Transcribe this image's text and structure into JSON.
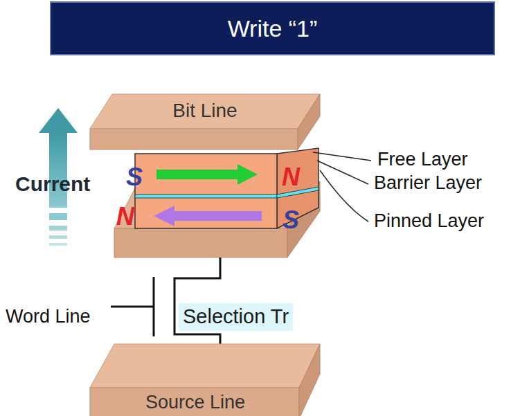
{
  "diagram": {
    "title": "Write “1”",
    "nodes": [
      {
        "text": [
          "Bit Line"
        ]
      },
      {
        "text": [
          "Selection Tr"
        ]
      },
      {
        "text": [
          "Source Line"
        ]
      }
    ],
    "labels": [
      "Current",
      "S",
      "N",
      "N",
      "S",
      "Free Layer",
      "Barrier Layer",
      "Pinned Layer",
      "Word Line"
    ]
  }
}
